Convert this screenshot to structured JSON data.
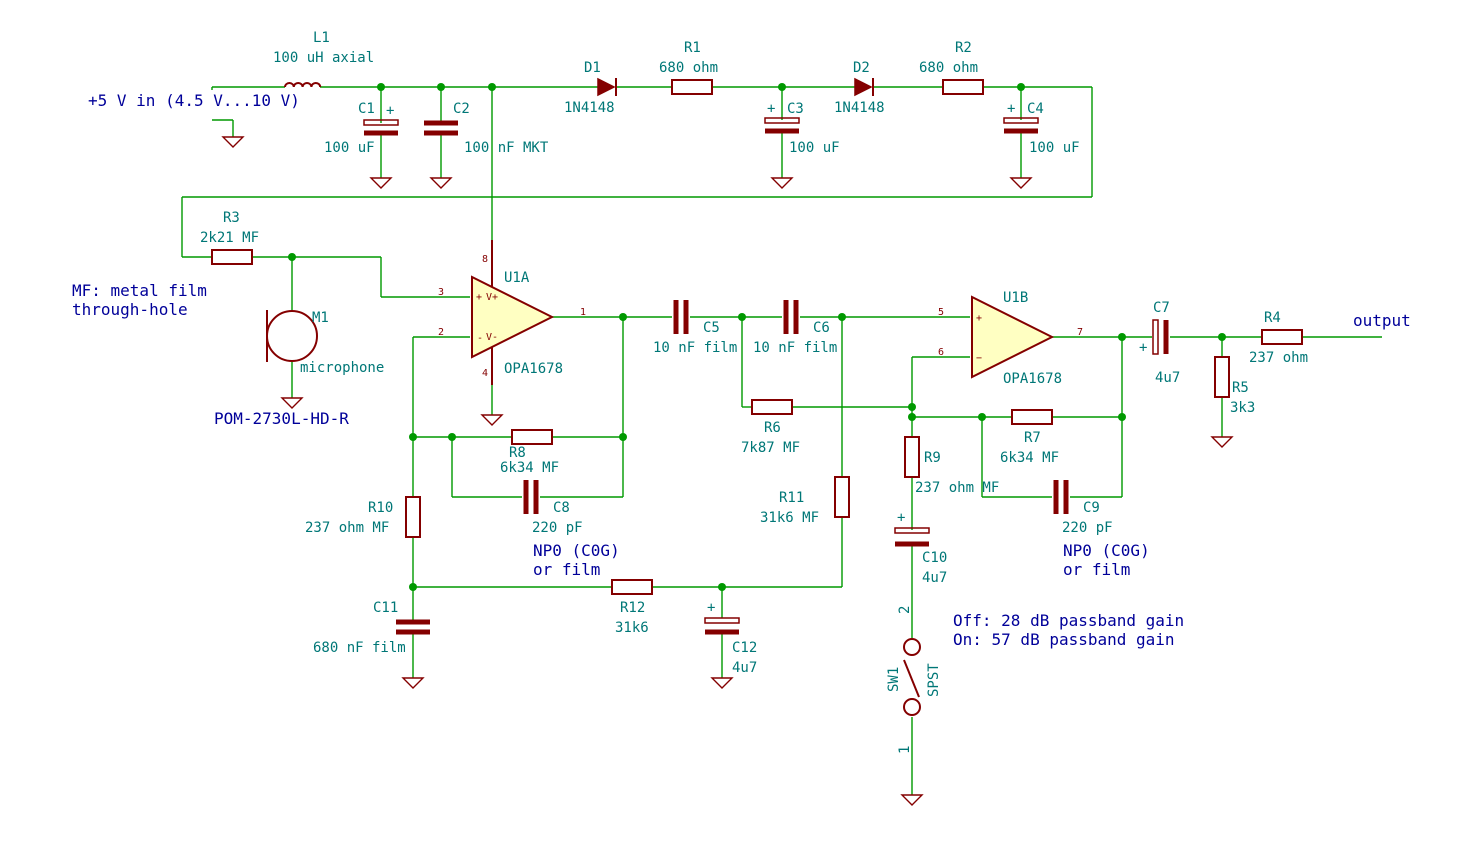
{
  "power_label": "+5 V in (4.5 V...10 V)",
  "note": {
    "line1": "MF: metal film",
    "line2": "through-hole"
  },
  "gain_note": {
    "off": "Off: 28 dB passband gain",
    "on": "On: 57 dB passband gain"
  },
  "output_label": "output",
  "components": {
    "L1": {
      "ref": "L1",
      "value": "100 uH axial"
    },
    "C1": {
      "ref": "C1",
      "value": "100 uF"
    },
    "C2": {
      "ref": "C2",
      "value": "100 nF MKT"
    },
    "D1": {
      "ref": "D1",
      "value": "1N4148"
    },
    "R1": {
      "ref": "R1",
      "value": "680 ohm"
    },
    "C3": {
      "ref": "C3",
      "value": "100 uF"
    },
    "D2": {
      "ref": "D2",
      "value": "1N4148"
    },
    "R2": {
      "ref": "R2",
      "value": "680 ohm"
    },
    "C4": {
      "ref": "C4",
      "value": "100 uF"
    },
    "R3": {
      "ref": "R3",
      "value": "2k21 MF"
    },
    "M1": {
      "ref": "M1",
      "value": "microphone",
      "part": "POM-2730L-HD-R"
    },
    "U1A": {
      "ref": "U1A",
      "value": "OPA1678"
    },
    "U1B": {
      "ref": "U1B",
      "value": "OPA1678"
    },
    "C5": {
      "ref": "C5",
      "value": "10 nF film"
    },
    "C6": {
      "ref": "C6",
      "value": "10 nF film"
    },
    "R6": {
      "ref": "R6",
      "value": "7k87 MF"
    },
    "R7": {
      "ref": "R7",
      "value": "6k34 MF"
    },
    "C9": {
      "ref": "C9",
      "value": "220 pF",
      "extra1": "NP0 (C0G)",
      "extra2": "or film"
    },
    "R8": {
      "ref": "R8",
      "value": "6k34 MF"
    },
    "C8": {
      "ref": "C8",
      "value": "220 pF",
      "extra1": "NP0 (C0G)",
      "extra2": "or film"
    },
    "R9": {
      "ref": "R9",
      "value": "237 ohm MF"
    },
    "C10": {
      "ref": "C10",
      "value": "4u7"
    },
    "R10": {
      "ref": "R10",
      "value": "237 ohm MF"
    },
    "C11": {
      "ref": "C11",
      "value": "680 nF film"
    },
    "R11": {
      "ref": "R11",
      "value": "31k6 MF"
    },
    "R12": {
      "ref": "R12",
      "value": "31k6"
    },
    "C12": {
      "ref": "C12",
      "value": "4u7"
    },
    "C7": {
      "ref": "C7",
      "value": "4u7"
    },
    "R4": {
      "ref": "R4",
      "value": "237 ohm"
    },
    "R5": {
      "ref": "R5",
      "value": "3k3"
    },
    "SW1": {
      "ref": "SW1",
      "value": "SPST"
    }
  },
  "pins": {
    "u1a_in_plus": "3",
    "u1a_in_minus": "2",
    "u1a_out": "1",
    "u1a_vplus": "8",
    "u1a_vminus": "4",
    "u1a_plus_sign": "+",
    "u1a_minus_sign": "-",
    "u1a_vp": "V+",
    "u1a_vm": "V-",
    "u1b_in_plus": "5",
    "u1b_in_minus": "6",
    "u1b_out": "7",
    "u1b_plus_sign": "+",
    "u1b_minus_sign": "−",
    "sw_pin2": "2",
    "sw_pin1": "1",
    "pol_plus": "+"
  }
}
